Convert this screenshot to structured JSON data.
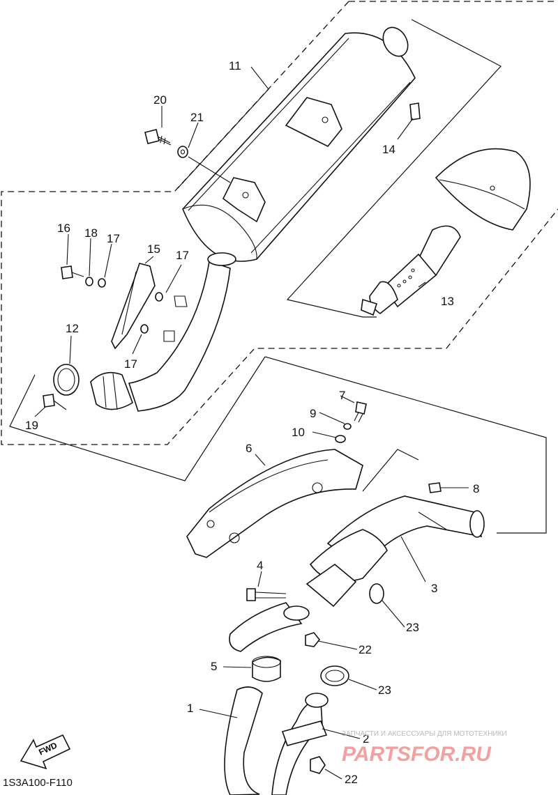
{
  "diagram_code": "1S3A100-F110",
  "fwd_label": "FWD",
  "callouts": {
    "n1": "1",
    "n2": "2",
    "n3": "3",
    "n4": "4",
    "n5": "5",
    "n6": "6",
    "n7": "7",
    "n8": "8",
    "n9": "9",
    "n10": "10",
    "n11": "11",
    "n12": "12",
    "n13": "13",
    "n14": "14",
    "n15": "15",
    "n16": "16",
    "n17a": "17",
    "n17b": "17",
    "n17c": "17",
    "n18": "18",
    "n19": "19",
    "n20": "20",
    "n21": "21",
    "n22a": "22",
    "n22b": "22",
    "n23a": "23",
    "n23b": "23"
  },
  "watermark": {
    "tagline": "ЗАПЧАСТИ И АКСЕССУАРЫ ДЛЯ МОТОТЕХНИКИ",
    "brand": "PARTSFOR.RU"
  },
  "colors": {
    "line": "#111111",
    "watermark": "#f2a0a0"
  }
}
